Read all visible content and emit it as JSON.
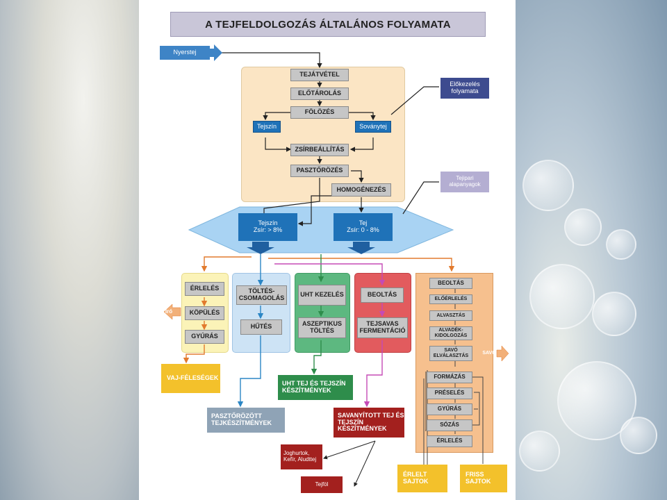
{
  "title": "A TEJFELDOLGOZÁS ÁLTALÁNOS FOLYAMATA",
  "input": "Nyerstej",
  "prep_steps": [
    "TEJÁTVÉTEL",
    "ELŐTÁROLÁS",
    "FÖLÖZÉS"
  ],
  "skim_split": {
    "cream": "Tejszín",
    "skim": "Soványtej"
  },
  "prep_steps2": [
    "ZSÍRBEÁLLÍTÁS",
    "PASZTŐRÖZÉS",
    "HOMOGÉNEZÉS"
  ],
  "callout_preprocess": "Előkezelés folyamata",
  "callout_raw": "Tejipari alapanyagok",
  "hex": {
    "cream_label": "Tejszín",
    "cream_fat": "Zsír: > 8%",
    "milk_label": "Tej",
    "milk_fat": "Zsír: 0 - 8%"
  },
  "butter": {
    "steps": [
      "ÉRLELÉS",
      "KÖPÜLÉS",
      "GYÚRÁS"
    ],
    "byproduct": "Író",
    "product": "VAJ-FÉLESÉGEK"
  },
  "pasteurized": {
    "steps": [
      "TÖLTÉS-CSOMAGOLÁS",
      "HŰTÉS"
    ],
    "product": "PASZTŐRÖZÖTT TEJKÉSZÍTMÉNYEK"
  },
  "uht": {
    "steps": [
      "UHT KEZELÉS",
      "ASZEPTIKUS TÖLTÉS"
    ],
    "product": "UHT TEJ ÉS TEJSZÍN KÉSZÍTMÉNYEK"
  },
  "sour": {
    "steps": [
      "BEOLTÁS",
      "TEJSAVAS FERMENTÁCIÓ"
    ],
    "product": "SAVANYÍTOTT TEJ ÉS TEJSZÍN KÉSZÍTMÉNYEK",
    "examples": [
      "Joghurtok, Kefír, Aludttej",
      "Tejföl"
    ]
  },
  "cheese": {
    "steps": [
      "BEOLTÁS",
      "ELŐÉRLELÉS",
      "ALVASZTÁS",
      "ALVADÉK-KIDOLGOZÁS",
      "SAVÓ ELVÁLASZTÁS",
      "FORMÁZÁS",
      "PRÉSELÉS",
      "GYÚRÁS",
      "SÓZÁS",
      "ÉRLELÉS"
    ],
    "byproduct": "SAVÓ",
    "products": [
      "ÉRLELT SAJTOK",
      "FRISS SAJTOK"
    ]
  },
  "colors": {
    "prep_bg": "#fbe5c4",
    "hex": "#a9d3f3",
    "butter": "#fbf3b8",
    "pasteur": "#cde3f5",
    "uht": "#5db880",
    "sour": "#e25b5e",
    "cheese": "#f6c08e"
  }
}
